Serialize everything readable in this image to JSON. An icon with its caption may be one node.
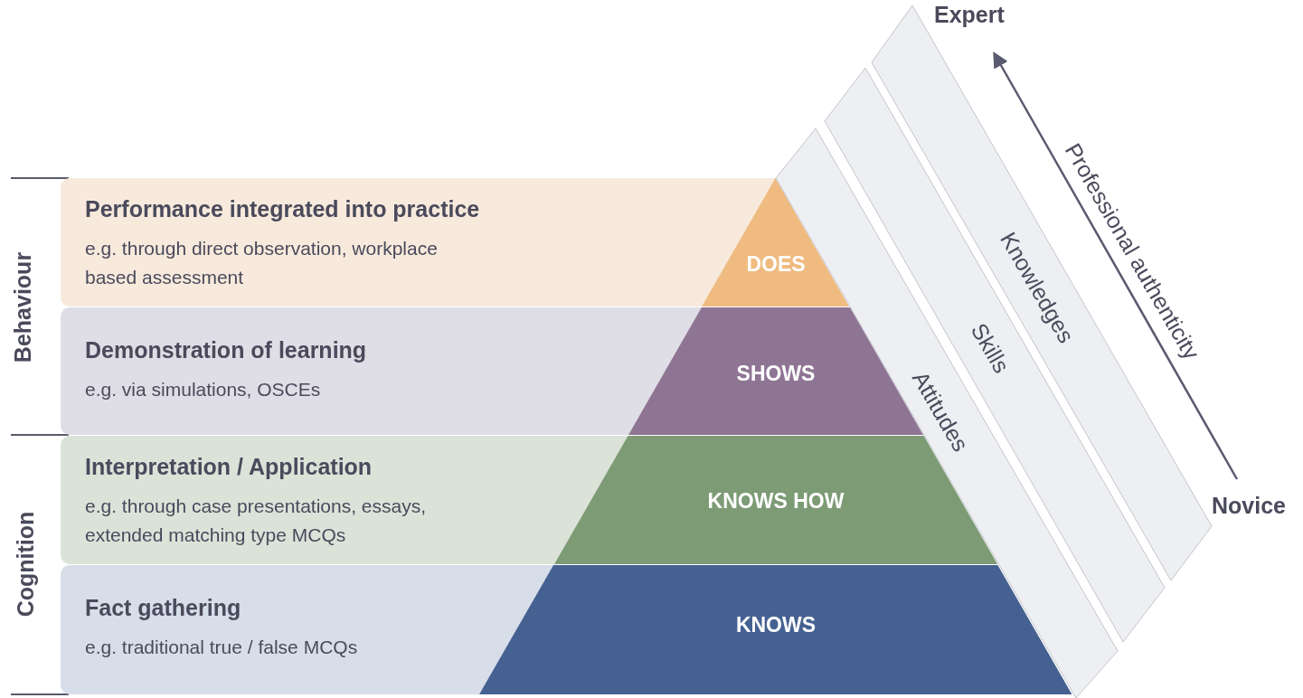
{
  "diagram": {
    "nodes": [
      {
        "text": [
          "Performance integrated into practice",
          "e.g. through direct observation, workplace based assessment"
        ]
      },
      {
        "text": [
          "Demonstration of learning",
          "e.g. via simulations, OSCEs"
        ]
      },
      {
        "text": [
          "Interpretation / Application",
          "e.g. through case presentations, essays, extended matching type MCQs"
        ]
      },
      {
        "text": [
          "Fact gathering",
          "e.g. traditional true / false MCQs"
        ]
      },
      {
        "text": [
          "DOES"
        ]
      },
      {
        "text": [
          "SHOWS"
        ]
      },
      {
        "text": [
          "KNOWS HOW"
        ]
      },
      {
        "text": [
          "KNOWS"
        ]
      },
      {
        "text": [
          "Attitudes"
        ]
      },
      {
        "text": [
          "Skills"
        ]
      },
      {
        "text": [
          "Knowledges"
        ]
      }
    ],
    "labels": [
      "Expert",
      "Professional authenticity",
      "Novice",
      "Behaviour",
      "Cognition"
    ]
  }
}
